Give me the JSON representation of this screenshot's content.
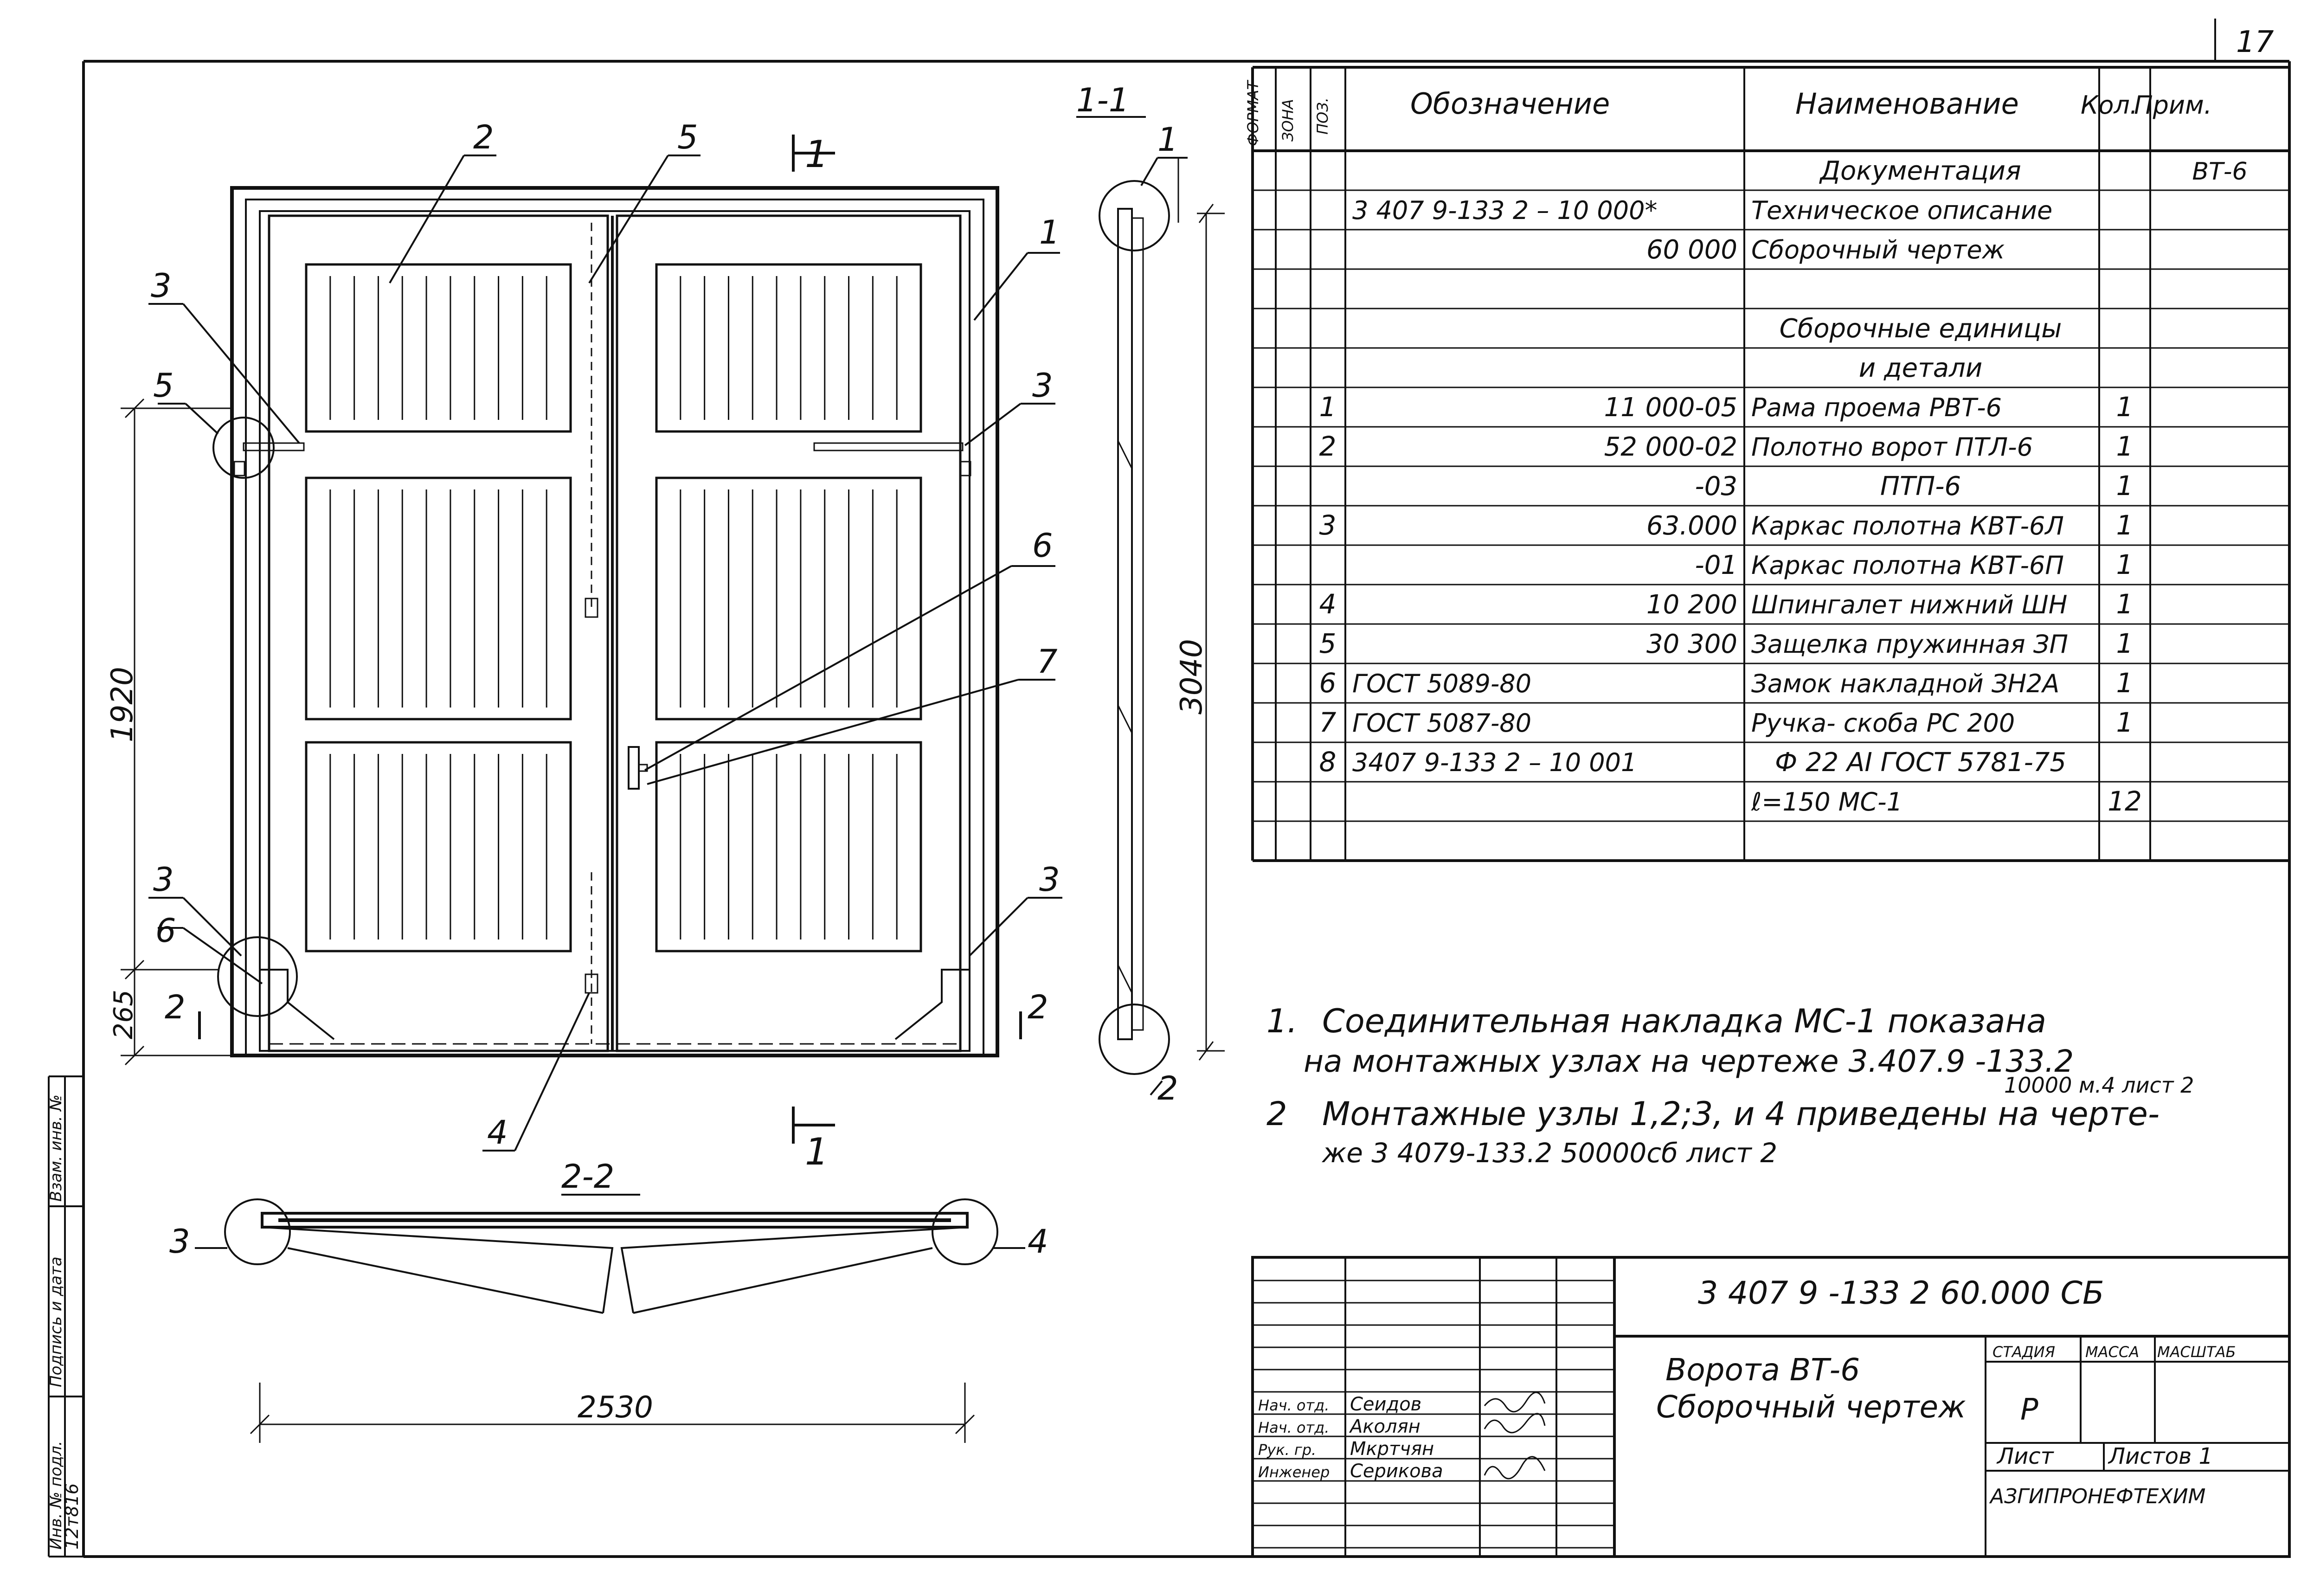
{
  "sheet_number": "17",
  "drawing": {
    "section_1_1_label": "1-1",
    "section_2_2_label": "2-2",
    "section_mark_top": "1",
    "section_mark_bottom": "1",
    "section_mark_left": "2",
    "section_mark_right": "2",
    "dim_height": "3040",
    "dim_1920": "1920",
    "dim_265": "265",
    "dim_width": "2530",
    "callouts": {
      "top_2": "2",
      "top_5": "5",
      "top_1": "1",
      "left_3a": "3",
      "left_5": "5",
      "right_3a": "3",
      "c6": "6",
      "c7": "7",
      "left_3b": "3",
      "left_6": "6",
      "right_3b": "3",
      "c4": "4",
      "sec_1": "1",
      "sec_2": "2",
      "plan_3": "3",
      "plan_4": "4"
    }
  },
  "spec_table": {
    "headers": {
      "format": "ФОРМАТ",
      "zone": "ЗОНА",
      "pos": "ПОЗ.",
      "designation": "Обозначение",
      "name": "Наименование",
      "qty": "Кол.",
      "note": "Прим."
    },
    "rows": [
      {
        "pos": "",
        "designation": "",
        "name": "Документация",
        "qty": "",
        "note": "ВТ-6"
      },
      {
        "pos": "",
        "designation": "3 407 9-133 2 – 10 000*",
        "name": "Техническое описание",
        "qty": "",
        "note": ""
      },
      {
        "pos": "",
        "designation": "60 000",
        "name": "Сборочный чертеж",
        "qty": "",
        "note": ""
      },
      {
        "pos": "",
        "designation": "",
        "name": "",
        "qty": "",
        "note": ""
      },
      {
        "pos": "",
        "designation": "",
        "name": "Сборочные единицы",
        "qty": "",
        "note": ""
      },
      {
        "pos": "",
        "designation": "",
        "name": "и детали",
        "qty": "",
        "note": ""
      },
      {
        "pos": "1",
        "designation": "11 000-05",
        "name": "Рама проема РВТ-6",
        "qty": "1",
        "note": ""
      },
      {
        "pos": "2",
        "designation": "52 000-02",
        "name": "Полотно ворот ПТЛ-6",
        "qty": "1",
        "note": ""
      },
      {
        "pos": "",
        "designation": "-03",
        "name": "ПТП-6",
        "qty": "1",
        "note": ""
      },
      {
        "pos": "3",
        "designation": "63.000",
        "name": "Каркас полотна КВТ-6Л",
        "qty": "1",
        "note": ""
      },
      {
        "pos": "",
        "designation": "-01",
        "name": "Каркас полотна КВТ-6П",
        "qty": "1",
        "note": ""
      },
      {
        "pos": "4",
        "designation": "10 200",
        "name": "Шпингалет нижний ШН",
        "qty": "1",
        "note": ""
      },
      {
        "pos": "5",
        "designation": "30 300",
        "name": "Защелка пружинная ЗП",
        "qty": "1",
        "note": ""
      },
      {
        "pos": "6",
        "designation": "ГОСТ 5089-80",
        "name": "Замок накладной ЗН2А",
        "qty": "1",
        "note": ""
      },
      {
        "pos": "7",
        "designation": "ГОСТ 5087-80",
        "name": "Ручка- скоба РС 200",
        "qty": "1",
        "note": ""
      },
      {
        "pos": "8",
        "designation": "3407 9-133 2 – 10 001",
        "name": "Ф 22 АI ГОСТ 5781-75",
        "qty": "",
        "note": ""
      },
      {
        "pos": "",
        "designation": "",
        "name": "ℓ=150          МС-1",
        "qty": "12",
        "note": ""
      },
      {
        "pos": "",
        "designation": "",
        "name": "",
        "qty": "",
        "note": ""
      }
    ]
  },
  "notes": [
    {
      "num": "1.",
      "line1": "Соединительная   накладка   МС-1  показана",
      "line2": "на   монтажных   узлах   на чертеже 3.407.9 -133.2",
      "line3": "10000 м.4  лист 2"
    },
    {
      "num": "2",
      "line1": "Монтажные  узлы  1,2;3,  и 4  приведены  на черте-",
      "line2": "же 3 4079-133.2  50000сб лист 2",
      "line3": ""
    }
  ],
  "title_block": {
    "code": "3 407 9 -133 2    60.000 СБ",
    "title_line1": "Ворота   ВТ-6",
    "title_line2": "Сборочный  чертеж",
    "stage_label": "СТАДИЯ",
    "mass_label": "МАССА",
    "scale_label": "МАСШТАБ",
    "stage_value": "Р",
    "sheet_label": "Лист",
    "sheets_label": "Листов 1",
    "org": "АЗГИПРОНЕФТЕХИМ",
    "signatures": [
      {
        "role": "Нач. отд.",
        "name": "Сеидов"
      },
      {
        "role": "Нач. отд.",
        "name": "Аколян"
      },
      {
        "role": "Рук. гр.",
        "name": "Мкртчян"
      },
      {
        "role": "Инженер",
        "name": "Серикова"
      }
    ]
  },
  "side_stamp": {
    "inv_no": "Инв. № подл.",
    "sign_date": "Подпись и дата",
    "replace_inv": "Взам. инв. №",
    "inv_value": "12т816"
  }
}
